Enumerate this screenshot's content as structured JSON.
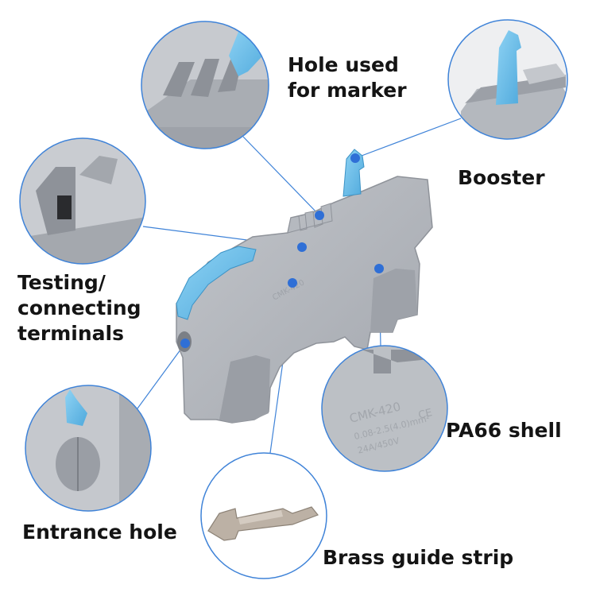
{
  "colors": {
    "body_gray": "#a9adb4",
    "body_gray_dark": "#8f939a",
    "body_gray_light": "#c4c7cc",
    "accent_blue": "#6fc1ea",
    "dot_blue": "#2f6fd6",
    "callout_stroke": "#3f83d8",
    "label_text": "#141414",
    "brass": "#b8ada1"
  },
  "labels": {
    "marker": {
      "line1": "Hole used",
      "line2": "for marker"
    },
    "booster": "Booster",
    "testing": {
      "line1": "Testing/",
      "line2": "connecting",
      "line3": "terminals"
    },
    "pa66": "PA66 shell",
    "entrance": "Entrance hole",
    "brass": "Brass guide strip"
  },
  "product_markings": {
    "model": "CMK-420",
    "spec_line1": "0.08-2.5(4.0)mm²",
    "spec_line2": "24A/450V",
    "cert": "CE"
  }
}
